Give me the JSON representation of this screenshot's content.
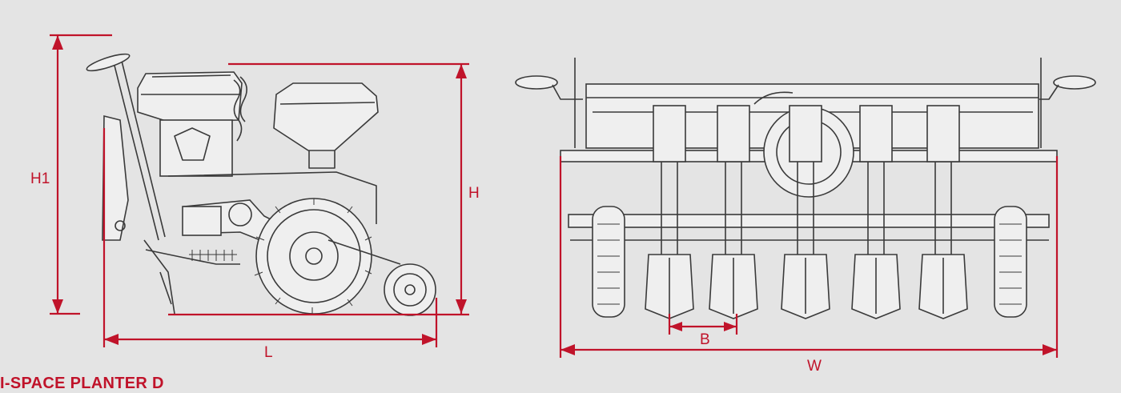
{
  "labels": {
    "h1": "H1",
    "h": "H",
    "l": "L",
    "b": "B",
    "w": "W"
  },
  "title": "I-SPACE PLANTER D",
  "colors": {
    "background": "#e4e4e4",
    "dimension": "#c0132a",
    "machine_line": "#3a3a3a"
  }
}
